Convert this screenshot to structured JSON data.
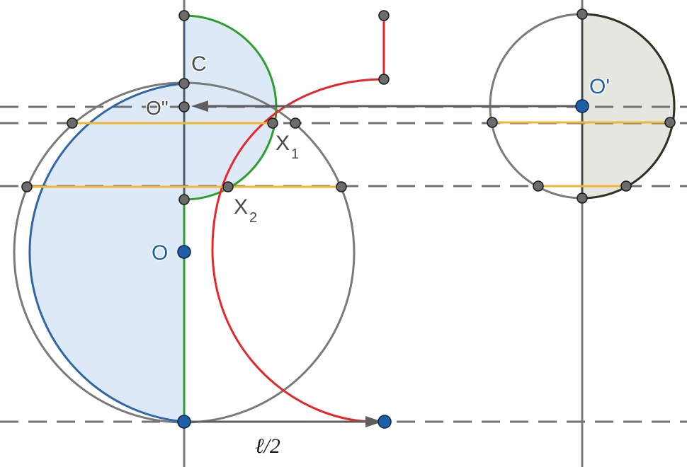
{
  "labels": {
    "C": "C",
    "O_double_prime": "O\"",
    "O_prime": "O'",
    "O": "O",
    "X1_base": "X",
    "X1_sub": "1",
    "X2_base": "X",
    "X2_sub": "2",
    "ell_half": "ℓ/2"
  },
  "colors": {
    "guide_grey": "#7a7a7a",
    "dashed_grey": "#737373",
    "blue_arc": "#2e66a8",
    "green_arc": "#2ca02c",
    "red_curve": "#e8262a",
    "yellow_chord": "#f2b632",
    "point_grey": "#6b6b6b",
    "point_blue": "#1f5fa8",
    "shade_blue": "#dde9f6",
    "shade_dark": "#e4e6df",
    "dark_arc": "#2f3320"
  }
}
